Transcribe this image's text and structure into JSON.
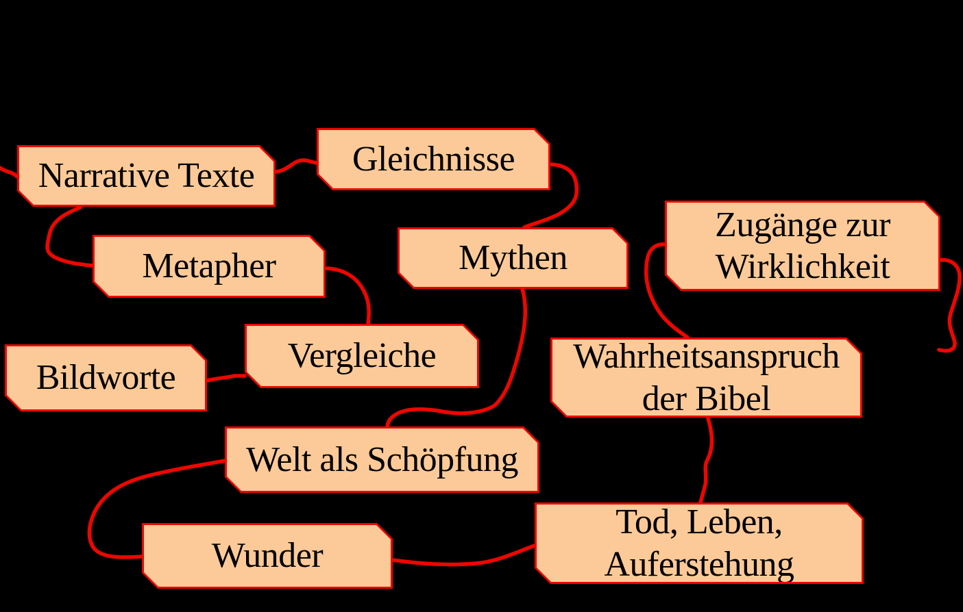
{
  "diagram": {
    "type": "concept-map",
    "background_color": "#000000",
    "node_fill_color": "#fbca98",
    "node_border_color": "#ee0600",
    "connector_color": "#ee0600",
    "text_color": "#000000"
  },
  "nodes": [
    {
      "id": "narrative-texte",
      "label": "Narrative Texte"
    },
    {
      "id": "gleichnisse",
      "label": "Gleichnisse"
    },
    {
      "id": "metapher",
      "label": "Metapher"
    },
    {
      "id": "mythen",
      "label": "Mythen"
    },
    {
      "id": "zugaenge-zur-wirklichkeit",
      "label": "Zugänge zur\nWirklichkeit"
    },
    {
      "id": "bildworte",
      "label": "Bildworte"
    },
    {
      "id": "vergleiche",
      "label": "Vergleiche"
    },
    {
      "id": "wahrheitsanspruch-der-bibel",
      "label": "Wahrheitsanspruch\nder Bibel"
    },
    {
      "id": "welt-als-schoepfung",
      "label": "Welt als Schöpfung"
    },
    {
      "id": "wunder",
      "label": "Wunder"
    },
    {
      "id": "tod-leben-auferstehung",
      "label": "Tod, Leben,\nAuferstehung"
    }
  ],
  "connections": [
    {
      "from": "narrative-texte",
      "to": "left-image-edge"
    },
    {
      "from": "narrative-texte",
      "to": "gleichnisse"
    },
    {
      "from": "narrative-texte",
      "to": "metapher"
    },
    {
      "from": "gleichnisse",
      "to": "mythen"
    },
    {
      "from": "metapher",
      "to": "vergleiche"
    },
    {
      "from": "bildworte",
      "to": "vergleiche"
    },
    {
      "from": "mythen",
      "to": "welt-als-schoepfung"
    },
    {
      "from": "zugaenge-zur-wirklichkeit",
      "to": "wahrheitsanspruch-der-bibel"
    },
    {
      "from": "zugaenge-zur-wirklichkeit",
      "to": "loose-end-right"
    },
    {
      "from": "wahrheitsanspruch-der-bibel",
      "to": "tod-leben-auferstehung"
    },
    {
      "from": "welt-als-schoepfung",
      "to": "wunder"
    },
    {
      "from": "wunder",
      "to": "tod-leben-auferstehung"
    }
  ]
}
